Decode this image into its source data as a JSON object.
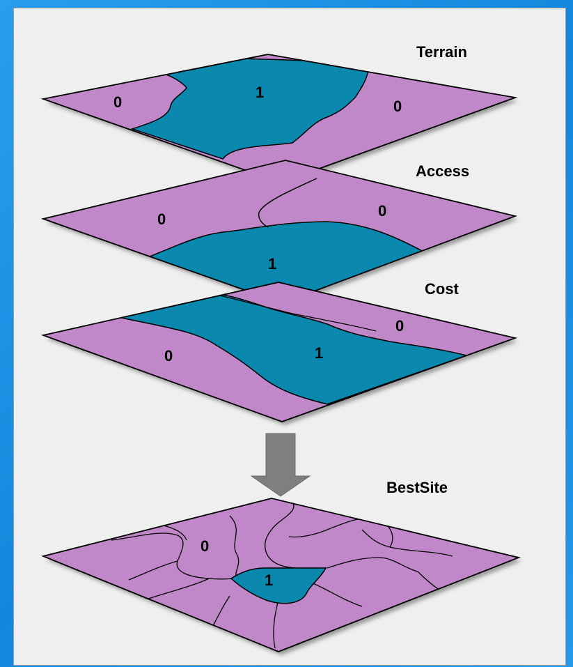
{
  "layers": [
    {
      "name": "Terrain",
      "values": [
        "0",
        "1",
        "0"
      ]
    },
    {
      "name": "Access",
      "values": [
        "0",
        "0",
        "1"
      ]
    },
    {
      "name": "Cost",
      "values": [
        "0",
        "0",
        "1"
      ]
    },
    {
      "name": "BestSite",
      "values": [
        "0",
        "1"
      ]
    }
  ],
  "colors": {
    "fill_zero": "#c088c8",
    "fill_one": "#0a88ae",
    "arrow": "#7f7f7f",
    "background": "#1a8fe0"
  },
  "arrow_icon": "down-arrow-icon"
}
